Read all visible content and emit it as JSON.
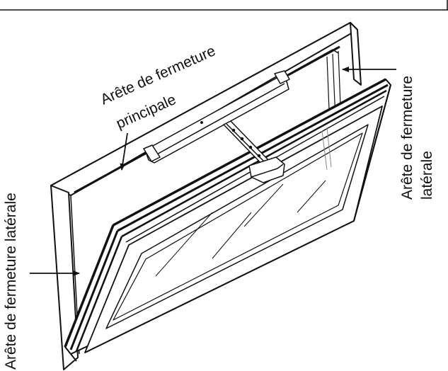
{
  "labels": {
    "main_line1": "Arête de fermeture",
    "main_line2": "principale",
    "right_line1": "Arête de fermeture",
    "right_line2": "latérale",
    "left": "Arête de fermeture latérale"
  },
  "colors": {
    "ink": "#111111",
    "frame_face": "#ffffff",
    "frame_shade": "#e6e6e6",
    "sash_shade": "#d8d8d8",
    "glass": "#ffffff"
  }
}
